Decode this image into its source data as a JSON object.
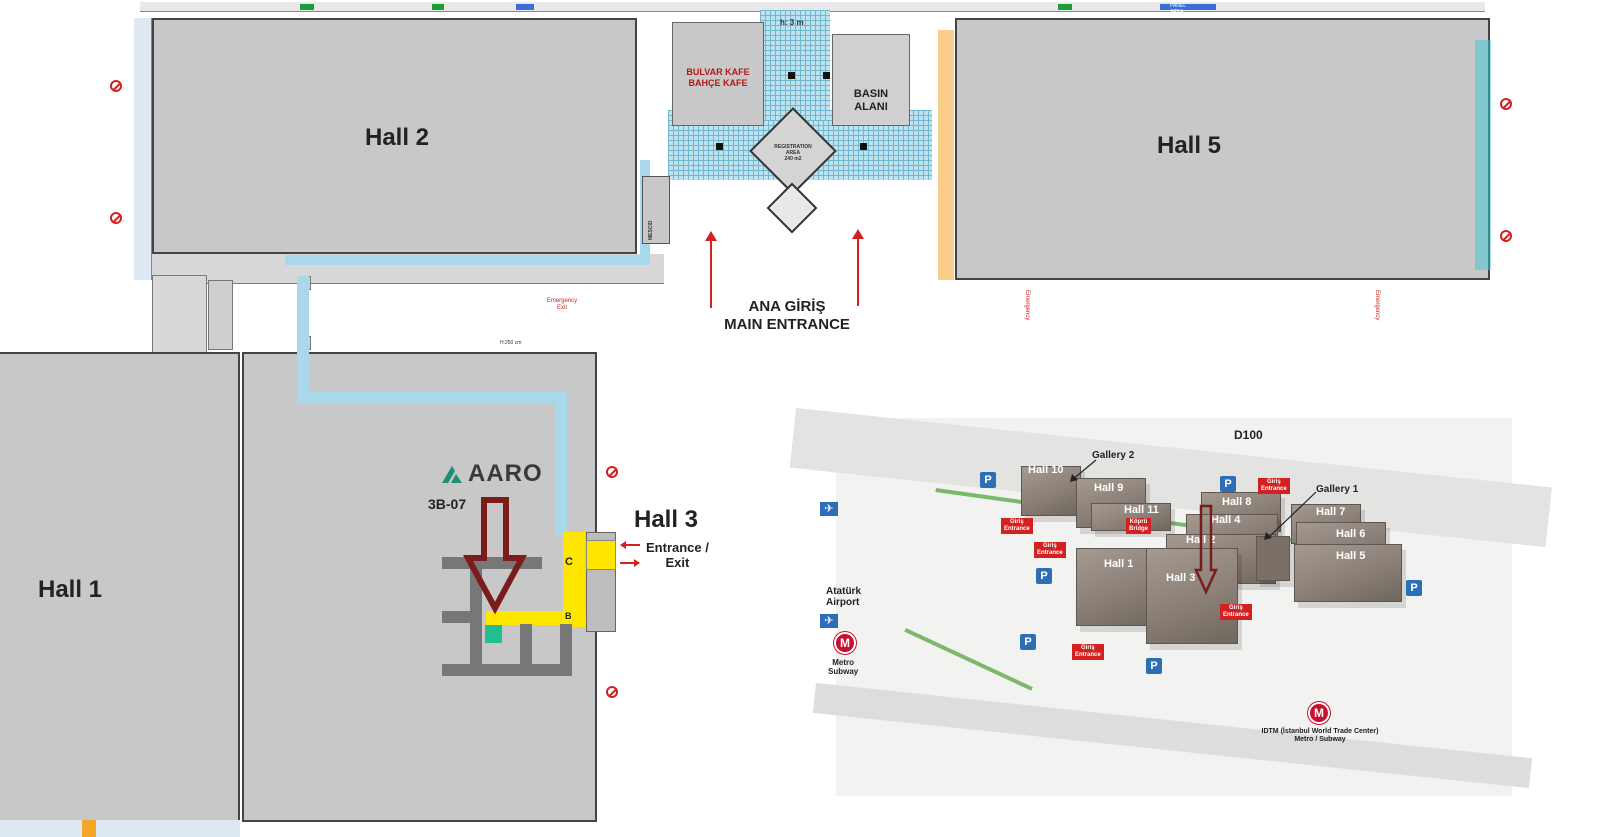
{
  "halls": {
    "hall1": "Hall  1",
    "hall2": "Hall  2",
    "hall3": "Hall  3",
    "hall5": "Hall  5"
  },
  "main_entrance": {
    "tr": "ANA GİRİŞ",
    "en": "MAIN ENTRANCE"
  },
  "hall3_entrance": {
    "line1": "Entrance /",
    "line2": "Exit"
  },
  "center": {
    "cafe_line1": "BULVAR KAFE",
    "cafe_line2": "BAHÇE KAFE",
    "press_line1": "BASIN",
    "press_line2": "ALANI",
    "registration_line1": "REGISTRATION",
    "registration_line2": "AREA",
    "registration_size": "240 m2",
    "height": "h: 3 m",
    "mescid": "MESCID",
    "panel_area": "PANEL AREA 1"
  },
  "emergency": {
    "label_line1": "Emergency",
    "label_line2": "Exit"
  },
  "booth": {
    "brand": "AARO",
    "code": "3B-07",
    "letter_c": "C",
    "letter_b": "B",
    "width_note": "H:250 cm"
  },
  "campus": {
    "road": "D100",
    "gallery1": "Gallery 1",
    "gallery2": "Gallery 2",
    "airport_line1": "Atatürk",
    "airport_line2": "Airport",
    "metro_left_line1": "Metro",
    "metro_left_line2": "Subway",
    "metro_right_line1": "IDTM (İstanbul World Trade Center)",
    "metro_right_line2": "Metro / Subway",
    "metro_symbol": "M",
    "parking_symbol": "P",
    "entrance_tr": "Giriş",
    "entrance_en": "Entrance",
    "bridge_tr": "Köprü",
    "bridge_en": "Bridge",
    "halls": {
      "h1": "Hall 1",
      "h2": "Hall 2",
      "h3": "Hall 3",
      "h4": "Hall 4",
      "h5": "Hall 5",
      "h6": "Hall 6",
      "h7": "Hall 7",
      "h8": "Hall 8",
      "h9": "Hall 9",
      "h10": "Hall 10",
      "h11": "Hall 11"
    }
  },
  "colors": {
    "hall_fill": "#c8c8c8",
    "corridor": "#a9d8ea",
    "highlight": "#ffe600",
    "marker_arrow": "#7a1c1c",
    "accent_red": "#d32020",
    "booth_green": "#1fbf8f",
    "brand_green": "#1d8f74"
  },
  "icons": [
    "no-smoking-icon",
    "airplane-icon",
    "metro-icon",
    "parking-icon",
    "down-arrow-marker-icon"
  ]
}
